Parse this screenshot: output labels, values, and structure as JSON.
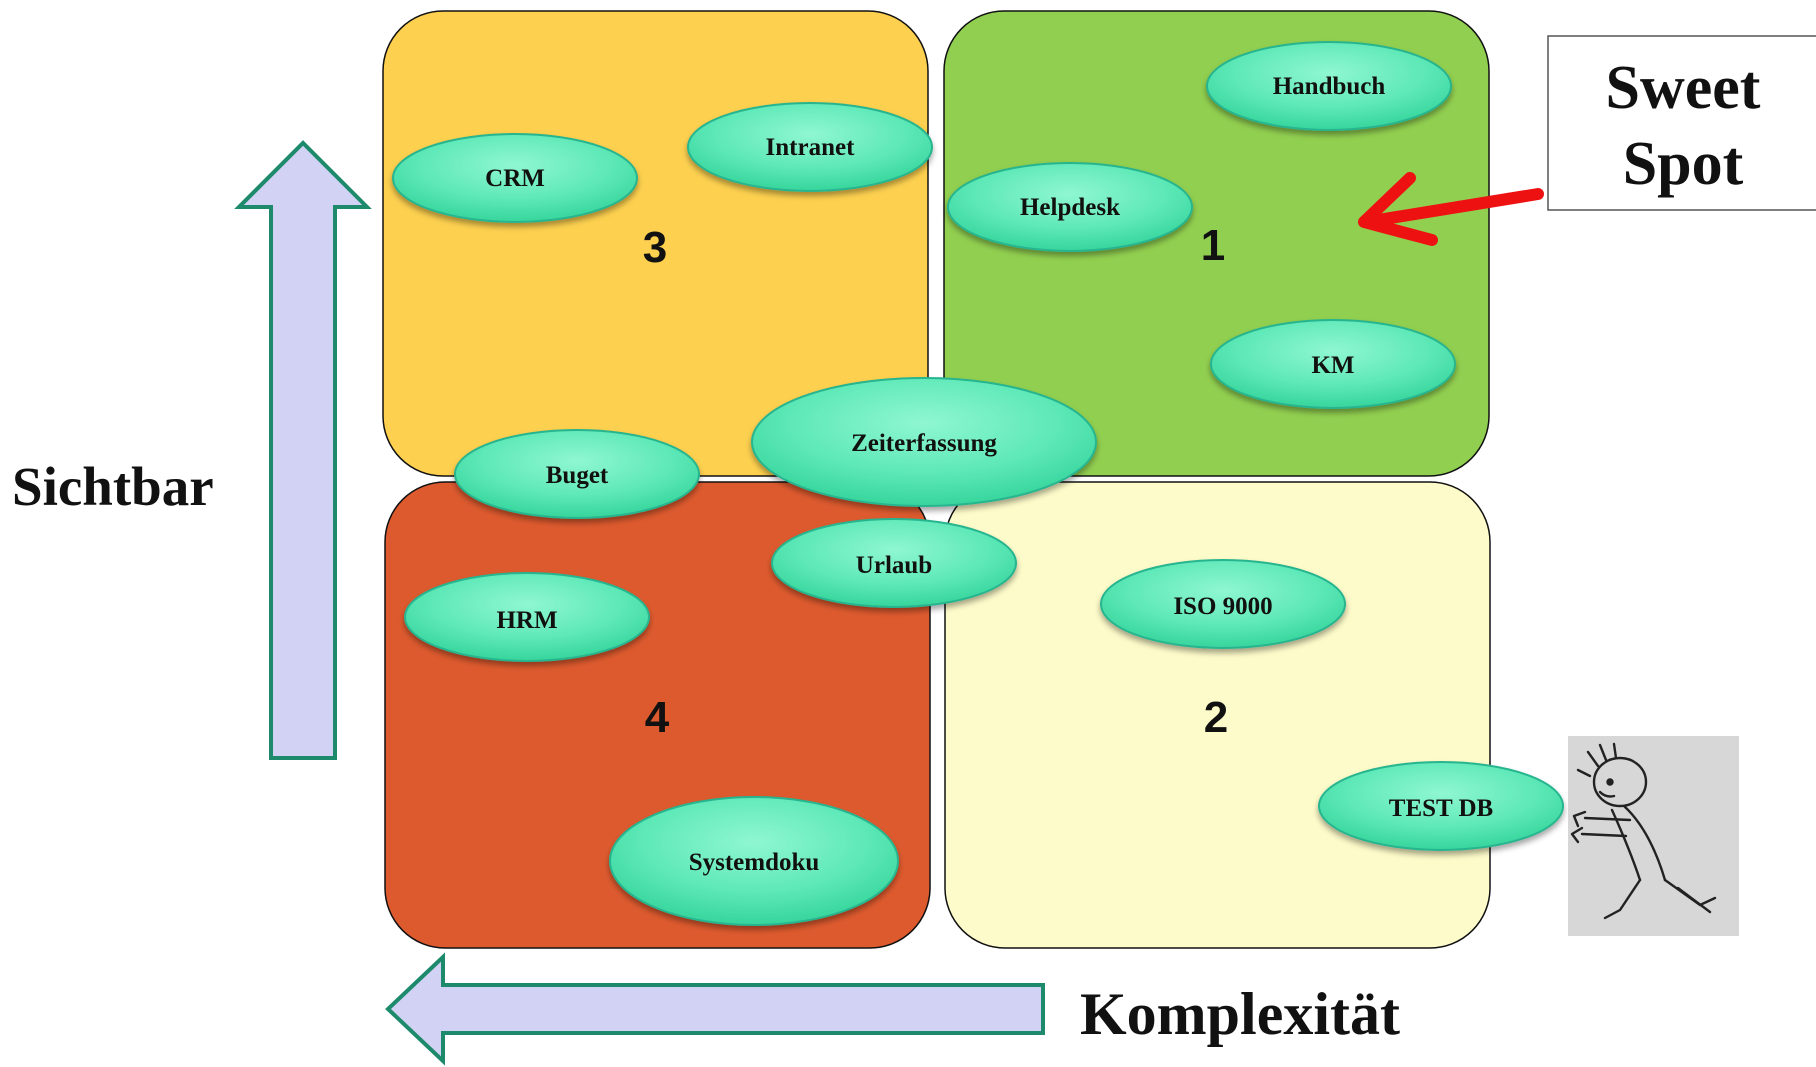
{
  "quadrants": [
    {
      "id": "q3",
      "number": "3",
      "color": "#fdd04f"
    },
    {
      "id": "q1",
      "number": "1",
      "color": "#91cf50"
    },
    {
      "id": "q4",
      "number": "4",
      "color": "#dd5a2e"
    },
    {
      "id": "q2",
      "number": "2",
      "color": "#fdfbc9"
    }
  ],
  "bubbles": [
    {
      "id": "handbuch",
      "label": "Handbuch"
    },
    {
      "id": "intranet",
      "label": "Intranet"
    },
    {
      "id": "crm",
      "label": "CRM"
    },
    {
      "id": "helpdesk",
      "label": "Helpdesk"
    },
    {
      "id": "km",
      "label": "KM"
    },
    {
      "id": "zeiterfassung",
      "label": "Zeiterfassung"
    },
    {
      "id": "buget",
      "label": "Buget"
    },
    {
      "id": "urlaub",
      "label": "Urlaub"
    },
    {
      "id": "hrm",
      "label": "HRM"
    },
    {
      "id": "iso9000",
      "label": "ISO 9000"
    },
    {
      "id": "testdb",
      "label": "TEST DB"
    },
    {
      "id": "systemdoku",
      "label": "Systemdoku"
    }
  ],
  "axes": {
    "vertical_label": "Sichtbar",
    "horizontal_label": "Komplexität"
  },
  "sweet_spot": {
    "line1": "Sweet",
    "line2": "Spot"
  },
  "colors": {
    "bubble_fill": "#5ee8b8",
    "bubble_stroke": "#27b58f",
    "arrow_fill": "#d2d2f4",
    "arrow_stroke": "#1e8a6c",
    "pointer_arrow": "#ee1111",
    "figure_bg": "#d7d7d7"
  },
  "icons": {
    "pointer": "red-pointer-arrow-icon",
    "figure": "pushing-figure-icon"
  }
}
